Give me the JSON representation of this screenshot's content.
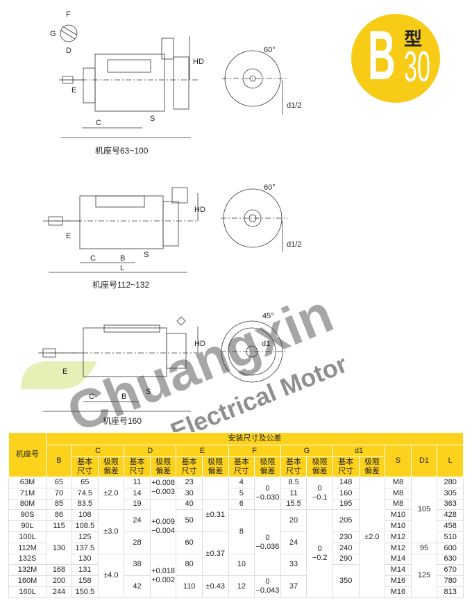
{
  "logo": {
    "letter": "B",
    "type_char": "型",
    "number": "30"
  },
  "watermark": {
    "brand": "Chuangxin",
    "subtitle": "Electrical Motor"
  },
  "drawings": [
    {
      "caption": "机座号63~100",
      "labels": [
        "F",
        "G",
        "D",
        "HD",
        "E",
        "C",
        "S",
        "60°",
        "d1/2"
      ]
    },
    {
      "caption": "机座号112~132",
      "labels": [
        "HD",
        "E",
        "C",
        "B",
        "S",
        "L",
        "60°",
        "d1/2"
      ]
    },
    {
      "caption": "机座号160",
      "labels": [
        "HD",
        "E",
        "C",
        "B",
        "S",
        "45°",
        "d1"
      ]
    }
  ],
  "table": {
    "group_title": "安装尺寸及公差",
    "frame_header": "机座号",
    "col_groups": [
      "B",
      "C",
      "D",
      "E",
      "F",
      "G",
      "d1",
      "S",
      "D1",
      "L"
    ],
    "basic": "基本\n尺寸",
    "tol": "极限\n偏差",
    "rows": [
      [
        [
          "63M"
        ],
        [
          "65"
        ],
        [
          "65"
        ],
        [
          "±2.0",
          3
        ],
        [
          "11"
        ],
        [
          "+0.008\n−0.003",
          2
        ],
        [
          "23"
        ],
        [
          "",
          2
        ],
        [
          "4"
        ],
        [
          "0\n−0.030",
          3
        ],
        [
          "8.5"
        ],
        [
          "0\n−0.1",
          3
        ],
        [
          "148"
        ],
        [
          "±2.0",
          11
        ],
        [
          "M8"
        ],
        [
          "105",
          6
        ],
        [
          "280"
        ]
      ],
      [
        [
          "71M"
        ],
        [
          "70"
        ],
        [
          "74.5"
        ],
        [
          "14"
        ],
        [
          "30"
        ],
        [
          "5"
        ],
        [
          "11"
        ],
        [
          "160"
        ],
        [
          "M8"
        ],
        [
          "305"
        ]
      ],
      [
        [
          "80M"
        ],
        [
          "85"
        ],
        [
          "83.5"
        ],
        [
          "19"
        ],
        [
          "+0.009\n−0.004",
          5
        ],
        [
          "40"
        ],
        [
          "±0.31",
          3
        ],
        [
          "6"
        ],
        [
          "15.5"
        ],
        [
          "195"
        ],
        [
          "M8"
        ],
        [
          "363"
        ]
      ],
      [
        [
          "90S"
        ],
        [
          "86"
        ],
        [
          "108"
        ],
        [
          "±3.0",
          4
        ],
        [
          "24",
          2
        ],
        [
          "50",
          2
        ],
        [
          "8",
          4
        ],
        [
          "0\n−0.036",
          6
        ],
        [
          "20",
          2
        ],
        [
          "0\n−0.2",
          8
        ],
        [
          "205",
          2
        ],
        [
          "M10"
        ],
        [
          "428"
        ]
      ],
      [
        [
          "90L"
        ],
        [
          "115"
        ],
        [
          "108.5"
        ],
        [
          "M10"
        ],
        [
          "458"
        ]
      ],
      [
        [
          "100L"
        ],
        [
          "130",
          3
        ],
        [
          "125"
        ],
        [
          "28",
          2
        ],
        [
          "60",
          2
        ],
        [
          "±0.37",
          4
        ],
        [
          "24",
          2
        ],
        [
          "230"
        ],
        [
          "M12"
        ],
        [
          "510"
        ]
      ],
      [
        [
          "112M"
        ],
        [
          "137.5"
        ],
        [
          "240"
        ],
        [
          "M12"
        ],
        [
          "95"
        ],
        [
          "600"
        ]
      ],
      [
        [
          "132S"
        ],
        [
          "130"
        ],
        [
          "±4.0",
          4
        ],
        [
          "38",
          2
        ],
        [
          "+0.018\n+0.002",
          4
        ],
        [
          "80",
          2
        ],
        [
          "10",
          2
        ],
        [
          "33",
          2
        ],
        [
          "290"
        ],
        [
          "M14"
        ],
        [
          "125",
          4
        ],
        [
          "630"
        ]
      ],
      [
        [
          "132M"
        ],
        [
          "168"
        ],
        [
          "131"
        ],
        [
          "350",
          3
        ],
        [
          "M14"
        ],
        [
          "670"
        ]
      ],
      [
        [
          "160M"
        ],
        [
          "200"
        ],
        [
          "158"
        ],
        [
          "42",
          2
        ],
        [
          "110",
          2
        ],
        [
          "±0.43",
          2
        ],
        [
          "12",
          2
        ],
        [
          "0\n−0.043",
          2
        ],
        [
          "37",
          2
        ],
        [
          "M16"
        ],
        [
          "780"
        ]
      ],
      [
        [
          "160L"
        ],
        [
          "244"
        ],
        [
          "150.5"
        ],
        [
          "M16"
        ],
        [
          "813"
        ]
      ]
    ]
  },
  "colors": {
    "accent": "#fcd21c",
    "logo": "#f7cb16",
    "watermark": "#b9d84a"
  }
}
